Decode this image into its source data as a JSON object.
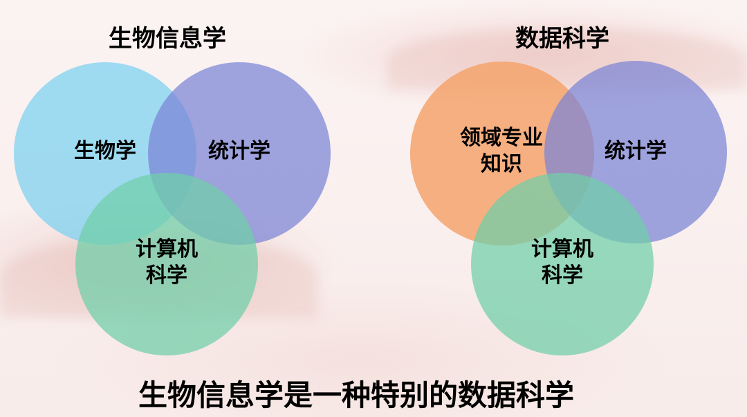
{
  "left_diagram": {
    "title": "生物信息学",
    "circles": [
      {
        "label": "生物学",
        "color": "#7fd1f0"
      },
      {
        "label": "统计学",
        "color": "#7a84d6"
      },
      {
        "label": "计算机\n科学",
        "color": "#6fcfa8"
      }
    ]
  },
  "right_diagram": {
    "title": "数据科学",
    "circles": [
      {
        "label": "领域专业\n知识",
        "color": "#f5a36c"
      },
      {
        "label": "统计学",
        "color": "#7a84d6"
      },
      {
        "label": "计算机\n科学",
        "color": "#6fcfa8"
      }
    ]
  },
  "conclusion": "生物信息学是一种特别的数据科学"
}
